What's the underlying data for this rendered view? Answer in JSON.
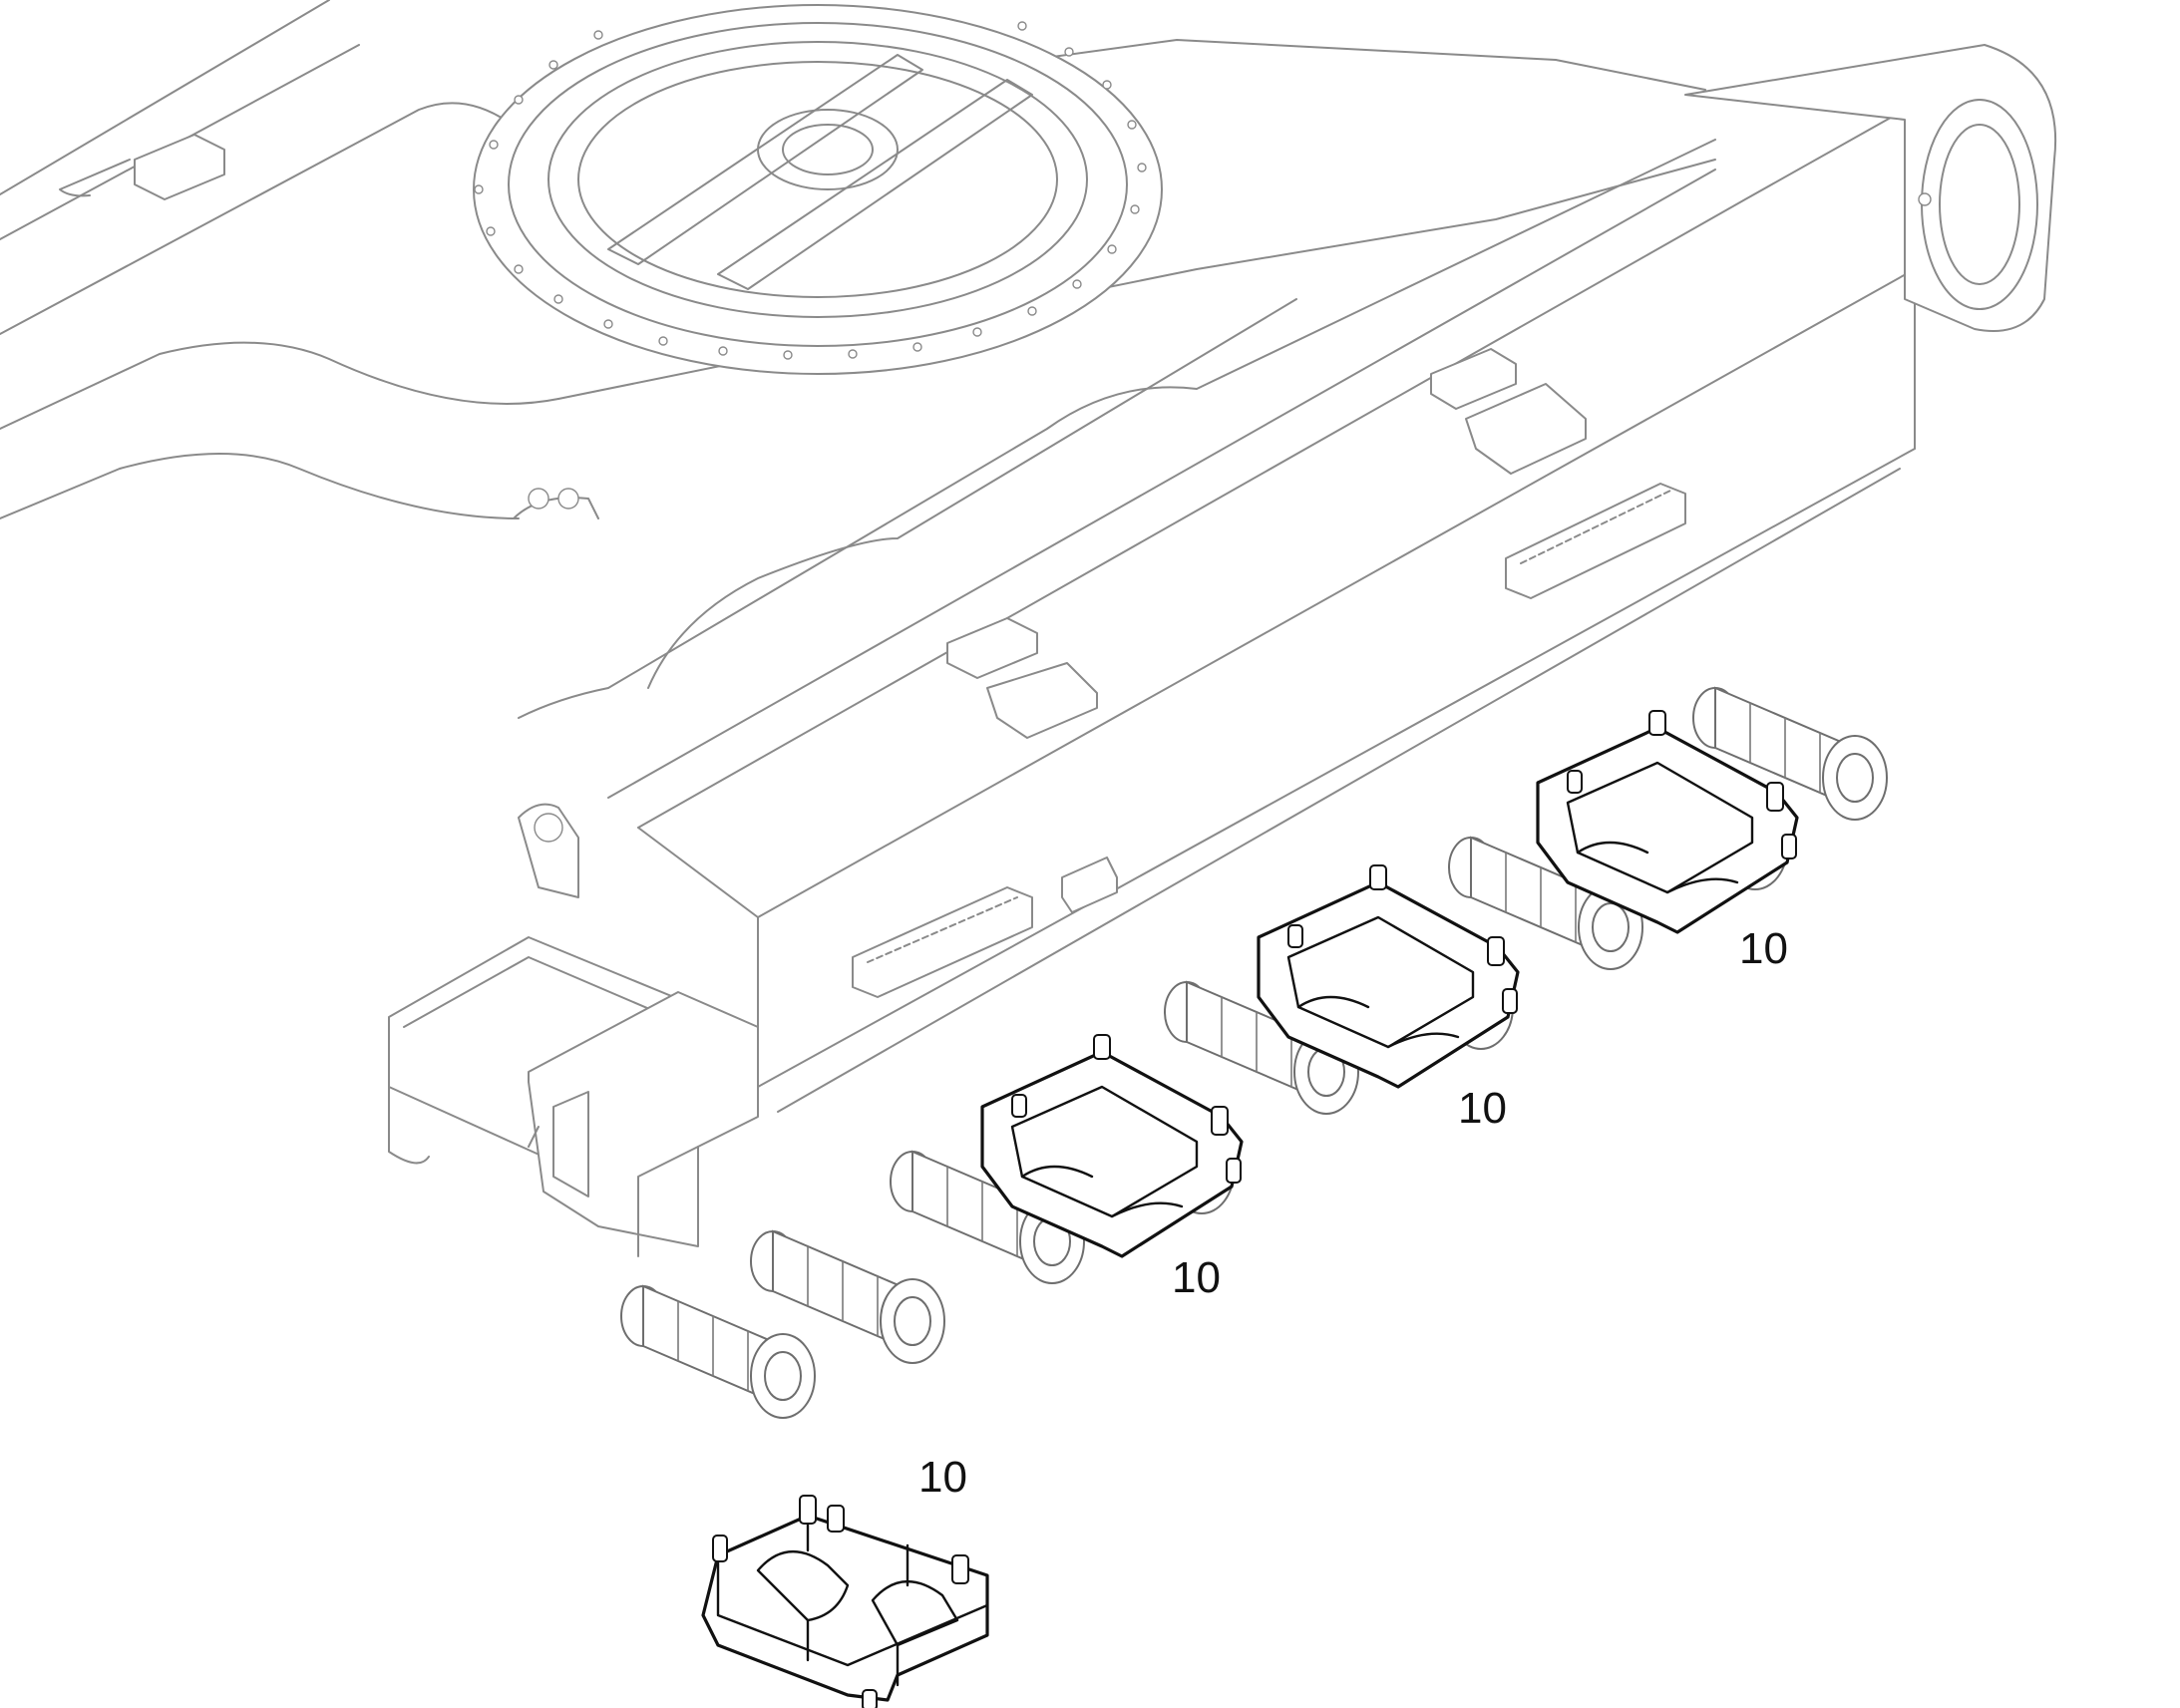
{
  "callouts": [
    {
      "label": "10"
    },
    {
      "label": "10"
    },
    {
      "label": "10"
    },
    {
      "label": "10"
    }
  ]
}
